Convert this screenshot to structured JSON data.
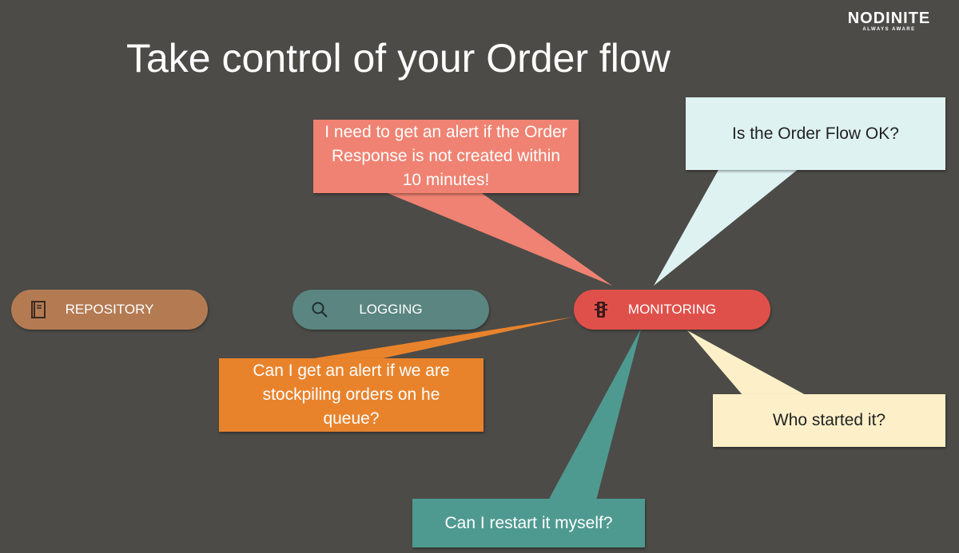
{
  "title": "Take control of your Order flow",
  "logo": {
    "name": "NODINITE",
    "tagline": "ALWAYS AWARE"
  },
  "pills": [
    {
      "label": "REPOSITORY",
      "icon": "book-icon",
      "color": "#b47b53"
    },
    {
      "label": "LOGGING",
      "icon": "search-icon",
      "color": "#5a8580"
    },
    {
      "label": "MONITORING",
      "icon": "traffic-light-icon",
      "color": "#e0504a"
    }
  ],
  "callouts": [
    {
      "text": "I need to get an alert if the Order Response is not created within 10 minutes!",
      "color": "#ef8272"
    },
    {
      "text": "Is the Order Flow OK?",
      "color": "#dff2f2"
    },
    {
      "text": "Can I get an alert if we are stockpiling orders on he queue?",
      "color": "#e8832c"
    },
    {
      "text": "Who started it?",
      "color": "#fdf0c8"
    },
    {
      "text": "Can I restart it myself?",
      "color": "#4f9a90"
    }
  ]
}
